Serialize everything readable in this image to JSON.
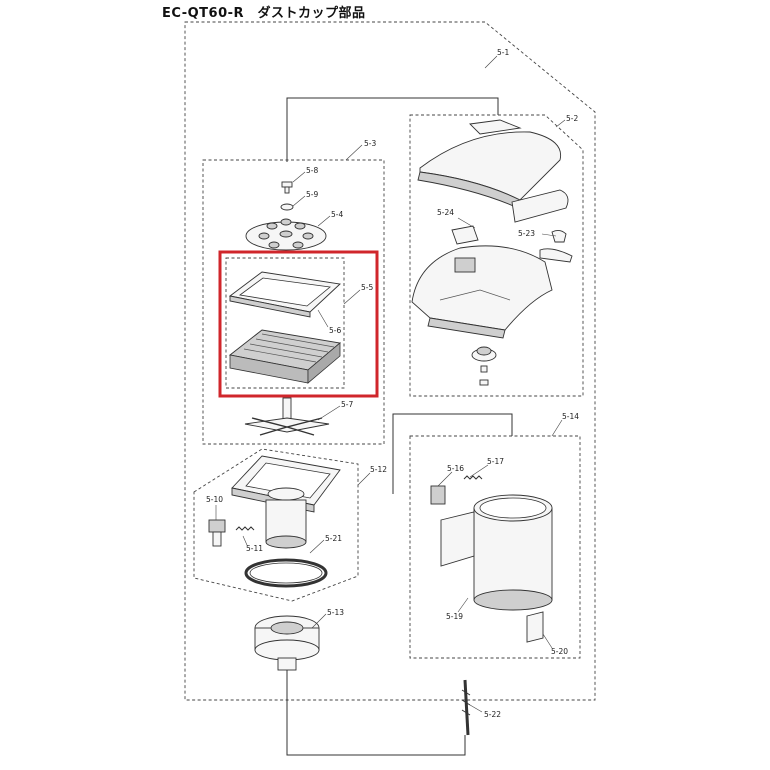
{
  "title": "EC-QT60-R　ダストカップ部品",
  "highlight_color": "#d0262b",
  "part_labels": {
    "p5_1": "5-1",
    "p5_2": "5-2",
    "p5_3": "5-3",
    "p5_4": "5-4",
    "p5_5": "5-5",
    "p5_6": "5-6",
    "p5_7": "5-7",
    "p5_8": "5-8",
    "p5_9": "5-9",
    "p5_10": "5-10",
    "p5_11": "5-11",
    "p5_12": "5-12",
    "p5_13": "5-13",
    "p5_14": "5-14",
    "p5_16": "5-16",
    "p5_17": "5-17",
    "p5_19": "5-19",
    "p5_20": "5-20",
    "p5_21": "5-21",
    "p5_22": "5-22",
    "p5_23": "5-23",
    "p5_24": "5-24"
  }
}
